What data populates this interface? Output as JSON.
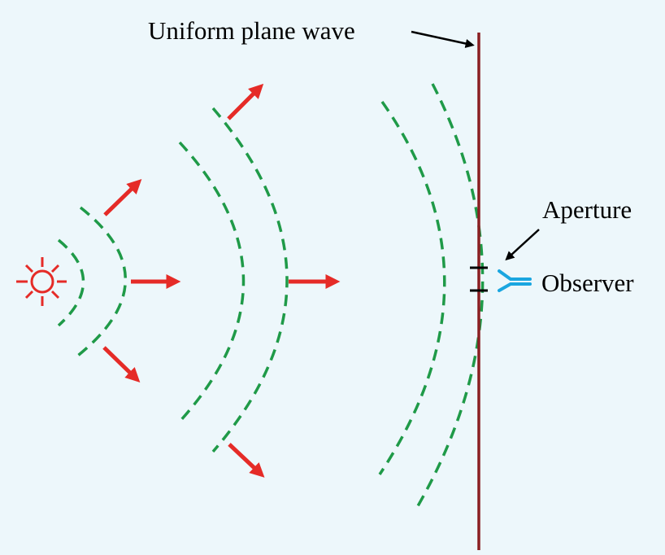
{
  "labels": {
    "plane_wave": "Uniform plane wave",
    "aperture": "Aperture",
    "observer": "Observer"
  },
  "icons": {
    "source": "point-source-sun-icon",
    "observer": "observer-aperture-icon"
  },
  "colors": {
    "background": "#edf7fb",
    "wavefront": "#1f9a48",
    "arrow": "#e52b27",
    "plane": "#8a1f22",
    "source": "#e52b27",
    "observer": "#1aa6e0",
    "label": "#000000"
  }
}
